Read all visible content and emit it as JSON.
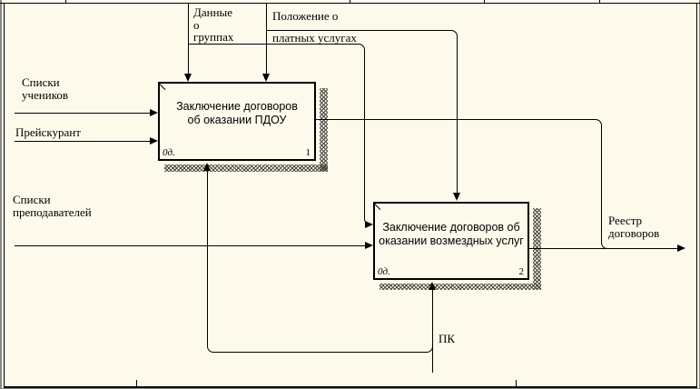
{
  "window": {
    "background": "#fdfaec",
    "line_color": "#000000",
    "shadow_color": "#4a4a42"
  },
  "activities": [
    {
      "title_line1": "Заключение договоров",
      "title_line2": "об оказании ПДОУ",
      "node_ref": "0д.",
      "number": "1"
    },
    {
      "title_line1": "Заключение договоров об",
      "title_line2": "оказании возмездных услуг",
      "node_ref": "0д.",
      "number": "2"
    }
  ],
  "arrows": {
    "control_group_data": {
      "line1": "Данные",
      "line2": "о",
      "line3": "группах"
    },
    "control_paid_services_regulation": {
      "line1": "Положение о",
      "line2": "платных услугах"
    },
    "input_student_lists": {
      "line1": "Списки",
      "line2": "учеников"
    },
    "input_price_list": {
      "line1": "Прейскурант"
    },
    "input_teacher_lists": {
      "line1": "Списки",
      "line2": "преподавателей"
    },
    "output_contract_registry": {
      "line1": "Реестр",
      "line2": "договоров"
    },
    "mechanism_pc": {
      "line1": "ПК"
    }
  }
}
